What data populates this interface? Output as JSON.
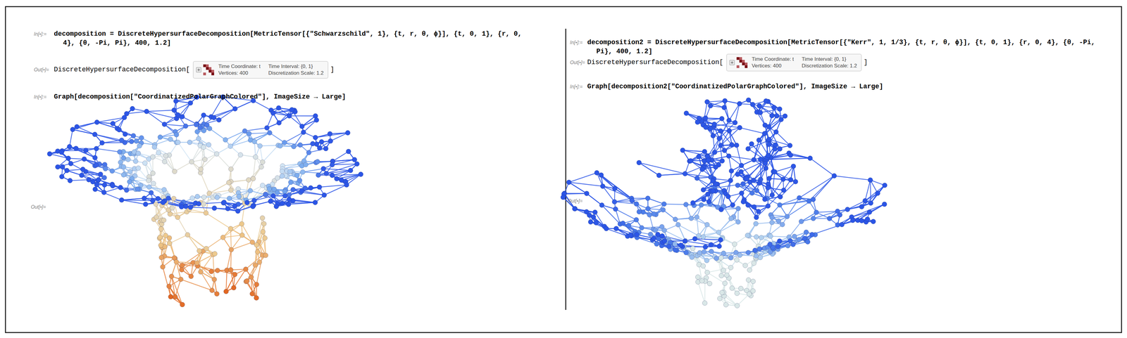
{
  "diagram": {
    "nodes": [
      {
        "text": [
          "Time Coordinate: t",
          "Vertices: 400",
          "Time Interval: {0, 1}",
          "Discretization Scale: 1.2"
        ]
      },
      {
        "text": [
          "Time Coordinate: t",
          "Vertices: 400",
          "Time Interval: {0, 1}",
          "Discretization Scale: 1.2"
        ]
      }
    ],
    "edges": [],
    "labels": [
      "In[•]:=",
      "decomposition = DiscreteHypersurfaceDecomposition[MetricTensor[{\"Schwarzschild\", 1}, {t, r, θ, ϕ}], {t, 0, 1}, {r, 0, 4}, {θ, -Pi, Pi}, 400, 1.2]",
      "Out[•]=",
      "DiscreteHypersurfaceDecomposition[",
      "]",
      "In[•]:=",
      "Graph[decomposition[\"CoordinatizedPolarGraphColored\"], ImageSize → Large]",
      "Out[•]=",
      "In[•]:=",
      "decomposition2 = DiscreteHypersurfaceDecomposition[MetricTensor[{\"Kerr\", 1, 1/3}, {t, r, θ, ϕ}], {t, 0, 1}, {r, 0, 4}, {θ, -Pi, Pi}, 400, 1.2]",
      "Out[•]=",
      "DiscreteHypersurfaceDecomposition[",
      "]",
      "In[•]:=",
      "Graph[decomposition2[\"CoordinatizedPolarGraphColored\"], ImageSize → Large]",
      "Out[•]="
    ]
  }
}
